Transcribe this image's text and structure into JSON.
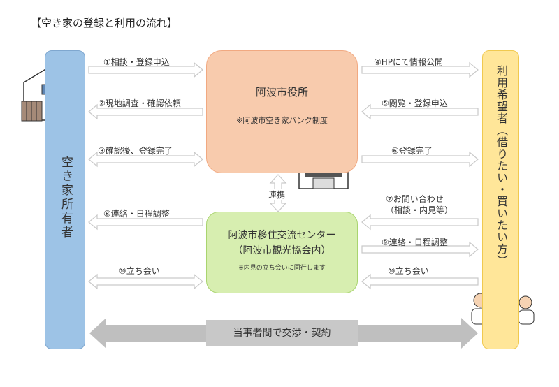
{
  "title": "【空き家の登録と利用の流れ】",
  "owner": {
    "label": "空き家所有者"
  },
  "user": {
    "label": "利用希望者（借りたい・買いたい方）"
  },
  "city": {
    "name": "阿波市役所",
    "note": "※阿波市空き家バンク制度"
  },
  "center": {
    "name": "阿波市移住交流センター",
    "sub": "（阿波市観光協会内）",
    "note": "※内見の立ち会いに同行します"
  },
  "link_label": "連携",
  "left_steps": [
    "①相談・登録申込",
    "②現地調査・確認依頼",
    "③確認後、登録完了",
    "⑧連絡・日程調整",
    "⑩立ち会い"
  ],
  "right_steps": [
    "④HPにて情報公開",
    "⑤閲覧・登録申込",
    "⑥登録完了",
    "⑦お問い合わせ",
    "（相談・内見等）",
    "⑨連絡・日程調整",
    "⑩立ち会い"
  ],
  "deal_label": "当事者間で交渉・契約",
  "colors": {
    "owner": "#9dc3e6",
    "user": "#ffe699",
    "city": "#f8cbad",
    "center": "#d7eeb0",
    "deal": "#c8c8c8"
  }
}
